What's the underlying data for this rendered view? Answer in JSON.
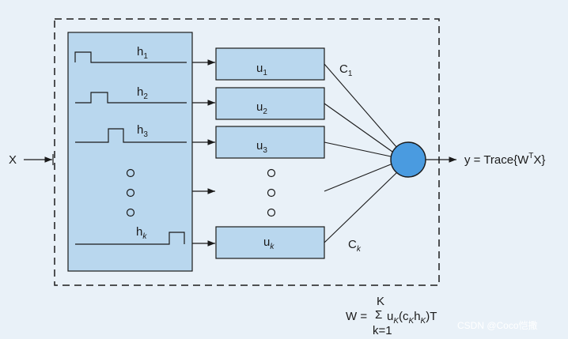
{
  "input": {
    "label": "X"
  },
  "filters": [
    {
      "main": "h",
      "sub": "1"
    },
    {
      "main": "h",
      "sub": "2"
    },
    {
      "main": "h",
      "sub": "3"
    },
    {
      "main": "h",
      "sub": "k"
    }
  ],
  "units": [
    {
      "main": "u",
      "sub": "1"
    },
    {
      "main": "u",
      "sub": "2"
    },
    {
      "main": "u",
      "sub": "3"
    },
    {
      "main": "u",
      "sub": "k"
    }
  ],
  "weights": [
    {
      "main": "C",
      "sub": "1"
    },
    {
      "main": "C",
      "sub": "k"
    }
  ],
  "output": {
    "prefix": "y = Trace{W",
    "sup": "T",
    "suffix": "X}"
  },
  "formula": {
    "lhs": "W = ",
    "sigma": "Σ",
    "upper": "K",
    "lower": "k=1",
    "u": "u",
    "u_sub": "K",
    "open": "(c",
    "c_sub": "K",
    "h": "h",
    "h_sub": "K",
    "close": ")T"
  },
  "watermark": "CSDN @Coco恺撒",
  "colors": {
    "background": "#e9f1f8",
    "box_fill": "#b9d7ee",
    "node_fill": "#4a9be0",
    "stroke": "#1a1a1a"
  }
}
